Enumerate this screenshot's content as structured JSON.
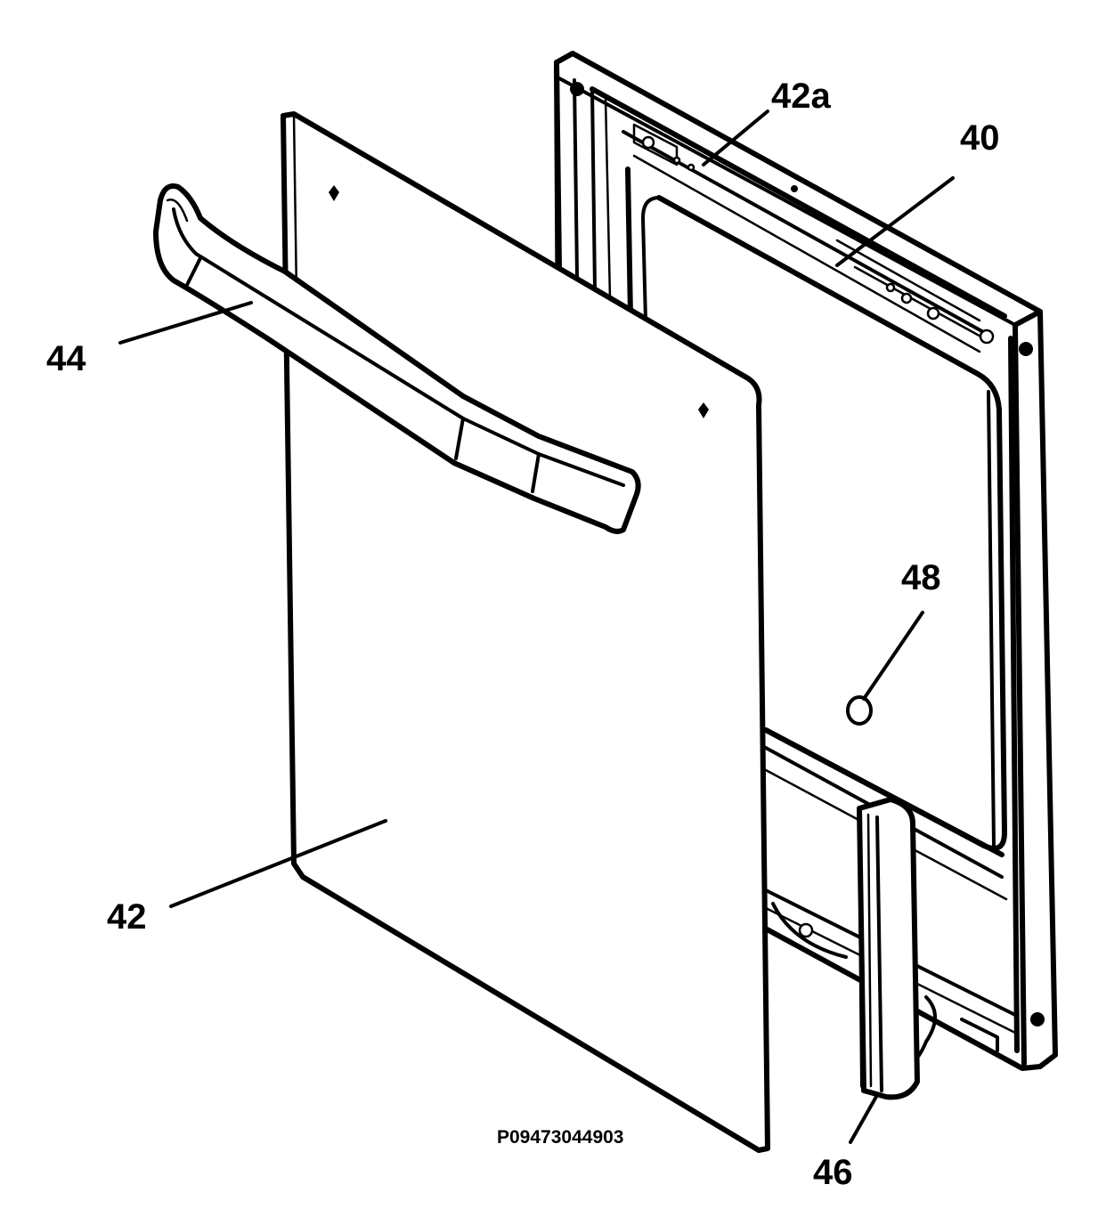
{
  "labels": {
    "frame": "40",
    "door_panel": "42",
    "door_top_edge": "42a",
    "handle": "44",
    "hinge": "46",
    "fastener": "48"
  },
  "drawing_code": "P09473044903"
}
